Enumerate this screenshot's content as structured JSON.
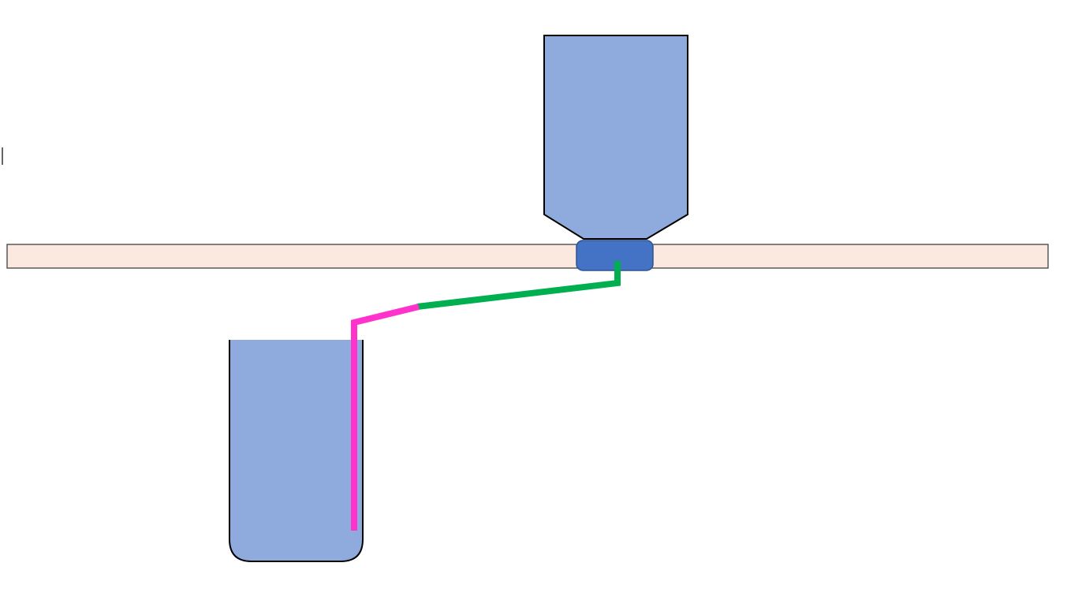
{
  "diagram": {
    "colors": {
      "background": "#ffffff",
      "shelf_fill": "#fbe9df",
      "shelf_stroke": "#595959",
      "container_fill": "#8faadc",
      "container_stroke": "#000000",
      "cap_fill": "#4472c4",
      "cap_stroke": "#2f528f",
      "tube_upper": "#00b050",
      "tube_lower": "#ff33cc",
      "cursor_mark": "#000000"
    },
    "elements": [
      "shelf",
      "inverted-bottle",
      "bottle-cap",
      "open-container",
      "green-tube",
      "pink-tube",
      "text-cursor-mark"
    ]
  }
}
